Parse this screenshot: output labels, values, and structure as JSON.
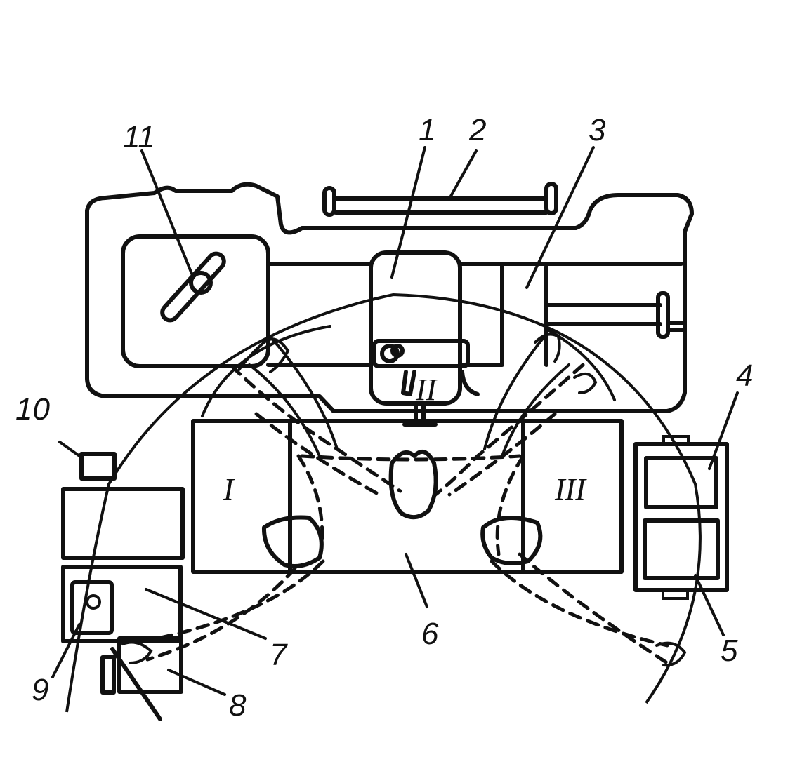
{
  "labels": {
    "l1": "1",
    "l2": "2",
    "l3": "3",
    "l4": "4",
    "l5": "5",
    "l6": "6",
    "l7": "7",
    "l8": "8",
    "l9": "9",
    "l10": "10",
    "l11": "11"
  },
  "zones": {
    "z1": "I",
    "z2": "II",
    "z3": "III"
  },
  "colors": {
    "ink": "#111111",
    "paper": "#ffffff"
  }
}
